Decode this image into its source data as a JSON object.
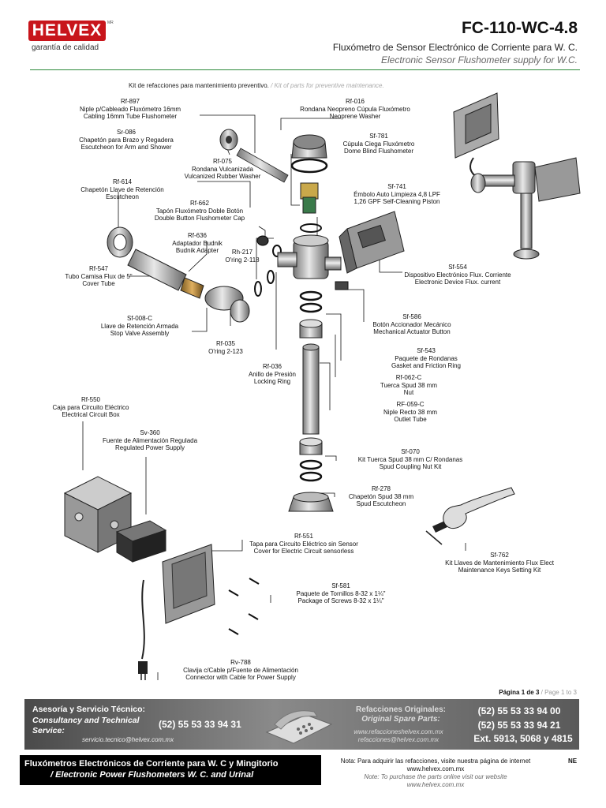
{
  "header": {
    "logo_text": "HELVEX",
    "logo_mark": "MR",
    "tagline": "garantía de calidad",
    "model": "FC-110-WC-4.8",
    "subtitle_es": "Fluxómetro de Sensor Electrónico de Corriente para W. C.",
    "subtitle_en": "Electronic Sensor Flushometer supply for W.C."
  },
  "kit_title": {
    "es": "Kit de refacciones para mantenimiento preventivo.",
    "en": " / Kit of parts for preventive maintenance."
  },
  "parts": [
    {
      "code": "Rf-897",
      "es": "Niple p/Cableado Fluxómetro 16mm",
      "en": "Cabling 16mm Tube Flushometer"
    },
    {
      "code": "Sr-086",
      "es": "Chapetón para Brazo y Regadera",
      "en": "Escutcheon for Arm and Shower"
    },
    {
      "code": "Rf-075",
      "es": "Rondana Vulcanizada",
      "en": "Vulcanized Rubber Washer"
    },
    {
      "code": "Rf-614",
      "es": "Chapetón Llave de Retención",
      "en": "Escutcheon"
    },
    {
      "code": "Rf-662",
      "es": "Tapón Fluxómetro Doble Botón",
      "en": "Double Button Flushometer Cap"
    },
    {
      "code": "Rf-636",
      "es": "Adaptador Budnik",
      "en": "Budnik Adapter"
    },
    {
      "code": "Rh-217",
      "es": "O'ring 2-118",
      "en": ""
    },
    {
      "code": "Rf-547",
      "es": "Tubo Camisa Flux de 5\"",
      "en": "Cover Tube"
    },
    {
      "code": "Sf-008-C",
      "es": "Llave de Retención Armada",
      "en": "Stop Valve Assembly"
    },
    {
      "code": "Rf-035",
      "es": "O'ring 2-123",
      "en": ""
    },
    {
      "code": "Rf-036",
      "es": "Anillo de Presión",
      "en": "Locking Ring"
    },
    {
      "code": "Rf-016",
      "es": "Rondana Neopreno Cúpula Fluxómetro",
      "en": "Neoprene Washer"
    },
    {
      "code": "Sf-781",
      "es": "Cúpula Ciega Fluxómetro",
      "en": "Dome Blind Flushometer"
    },
    {
      "code": "Sf-741",
      "es": "Émbolo Auto Limpieza 4,8 LPF",
      "en": "1,26 GPF Self-Cleaning Piston"
    },
    {
      "code": "Sf-554",
      "es": "Dispositivo Electrónico Flux. Corriente",
      "en": "Electronic Device Flux. current"
    },
    {
      "code": "Sf-586",
      "es": "Botón Accionador Mecánico",
      "en": "Mechanical Actuator Button"
    },
    {
      "code": "Sf-543",
      "es": "Paquete de Rondanas",
      "en": "Gasket and Friction Ring"
    },
    {
      "code": "Rf-062-C",
      "es": "Tuerca Spud 38 mm",
      "en": "Nut"
    },
    {
      "code": "RF-059-C",
      "es": "Niple Recto 38 mm",
      "en": "Outlet Tube"
    },
    {
      "code": "Sf-070",
      "es": "Kit Tuerca Spud 38 mm C/ Rondanas",
      "en": "Spud Coupling Nut Kit"
    },
    {
      "code": "Rf-278",
      "es": "Chapetón Spud 38 mm",
      "en": "Spud Escutcheon"
    },
    {
      "code": "Rf-550",
      "es": "Caja para Circuito Eléctrico",
      "en": "Electrical Circuit Box"
    },
    {
      "code": "Sv-360",
      "es": "Fuente de Alimentación Regulada",
      "en": "Regulated Power Supply"
    },
    {
      "code": "Rf-551",
      "es": "Tapa para Circuito Eléctrico sin Sensor",
      "en": "Cover for Electric Circuit sensorless"
    },
    {
      "code": "Sf-581",
      "es": "Paquete de Tornillos 8-32 x 1¼\"",
      "en": "Package of Screws 8-32 x 1¼\""
    },
    {
      "code": "Sf-762",
      "es": "Kit Llaves de Mantenimiento Flux Elect",
      "en": "Maintenance Keys Setting Kit"
    },
    {
      "code": "Rv-788",
      "es": "Clavija c/Cable p/Fuente de Alimentación",
      "en": "Connector with Cable for Power Supply"
    }
  ],
  "page": {
    "label_es": "Página 1 de 3",
    "label_en": " / Page 1 to 3"
  },
  "footer": {
    "service_es": "Asesoría y Servicio Técnico:",
    "service_en": "Consultancy and Technical Service:",
    "service_phone": "(52) 55 53 33 94 31",
    "service_email": "servicio.tecnico@helvex.com.mx",
    "parts_es": "Refacciones Originales:",
    "parts_en": "Original Spare Parts:",
    "parts_web": "www.refaccioneshelvex.com.mx",
    "parts_email": "refacciones@helvex.com.mx",
    "phone2": "(52) 55 53 33 94 00",
    "phone3": "(52) 55 53 33 94 21",
    "phone4": "Ext. 5913, 5068 y 4815"
  },
  "bottom": {
    "line1": "Fluxómetros Electrónicos de Corriente para W. C y Mingitorio",
    "line2": "/ Electronic Power Flushometers W. C. and Urinal",
    "note1": "Nota: Para adquirir las refacciones, visite nuestra página de internet",
    "note2": "www.helvex.com.mx",
    "note3": "Note: To purchase the parts online visit our website",
    "note4": "www.helvex.com.mx",
    "ne": "NE"
  },
  "colors": {
    "brand_red": "#c8151b",
    "rule_green": "#2d8a3a",
    "footer_gray": "#6a6a6a"
  }
}
